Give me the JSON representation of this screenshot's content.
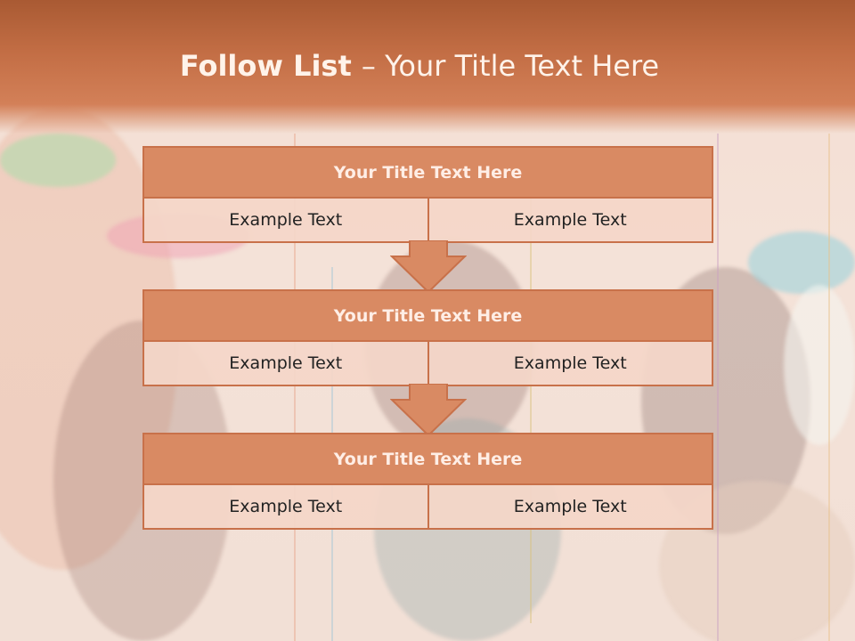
{
  "header": {
    "title_bold": "Follow List ",
    "title_rest": " – Your Title Text Here"
  },
  "blocks": [
    {
      "title": "Your Title Text Here",
      "left": "Example Text",
      "right": "Example Text"
    },
    {
      "title": "Your Title Text Here",
      "left": "Example Text",
      "right": "Example Text"
    },
    {
      "title": "Your Title Text Here",
      "left": "Example Text",
      "right": "Example Text"
    }
  ],
  "colors": {
    "accent": "#d98a63",
    "border": "#c8714a",
    "header": "#c36e45"
  }
}
